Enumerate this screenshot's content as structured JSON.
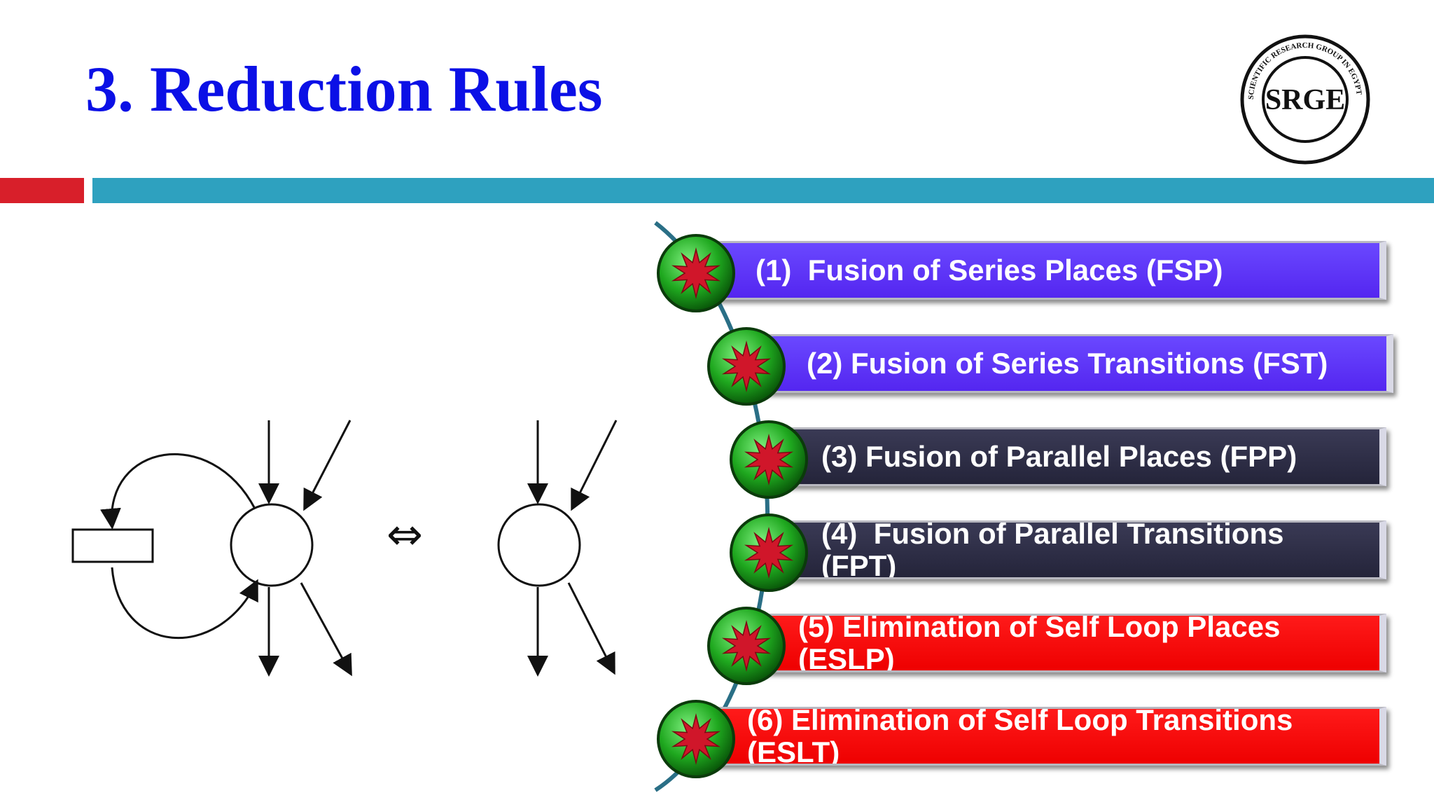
{
  "slide": {
    "title": "3. Reduction Rules",
    "logo_text": "SRGE",
    "logo_ring_text": "SCIENTIFIC RESEARCH GROUP IN EGYPT"
  },
  "colors": {
    "title": "#0b10e6",
    "bar_red": "#d81f2a",
    "bar_teal": "#2ea1bf",
    "item_blue": "#5426f0",
    "item_navy": "#24243a",
    "item_red": "#ee0000",
    "bullet_green": "#1fa81f",
    "bullet_star": "#d0162a"
  },
  "figure": {
    "equivalence_symbol": "⇔"
  },
  "rules": [
    {
      "label": "(1)  Fusion of Series Places (FSP)",
      "color": "blue"
    },
    {
      "label": "(2) Fusion of Series Transitions (FST)",
      "color": "blue"
    },
    {
      "label": "(3) Fusion of Parallel Places (FPP)",
      "color": "navy"
    },
    {
      "label": "(4)  Fusion of Parallel Transitions\n(FPT)",
      "color": "navy"
    },
    {
      "label": "(5) Elimination of Self Loop Places\n(ESLP)",
      "color": "red"
    },
    {
      "label": "(6) Elimination of Self Loop Transitions\n(ESLT)",
      "color": "red"
    }
  ]
}
